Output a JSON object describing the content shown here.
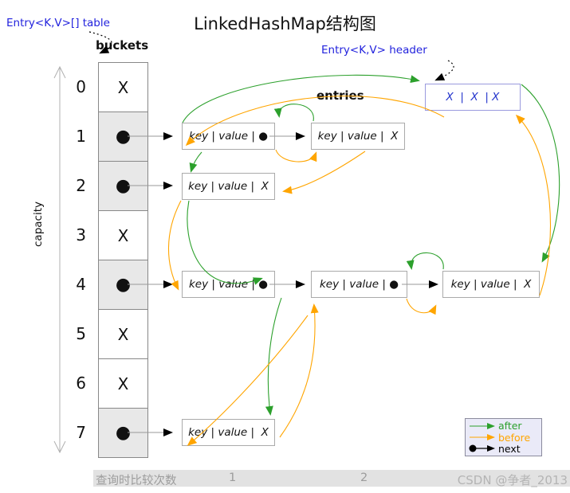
{
  "title": "LinkedHashMap结构图",
  "labels": {
    "table": "Entry<K,V>[] table",
    "buckets": "buckets",
    "header": "Entry<K,V> header",
    "entries": "entries",
    "capacity": "capacity"
  },
  "buckets": {
    "cells": [
      {
        "index": "0",
        "value": "X"
      },
      {
        "index": "1",
        "value": "●"
      },
      {
        "index": "2",
        "value": "●"
      },
      {
        "index": "3",
        "value": "X"
      },
      {
        "index": "4",
        "value": "●"
      },
      {
        "index": "5",
        "value": "X"
      },
      {
        "index": "6",
        "value": "X"
      },
      {
        "index": "7",
        "value": "●"
      }
    ]
  },
  "header_node": {
    "text": "X  |  X  | X"
  },
  "entries": {
    "row1_a": "key | value | ●",
    "row1_b": "key | value |  X",
    "row2_a": "key | value |  X",
    "row4_a": "key | value | ●",
    "row4_b": "key | value | ●",
    "row4_c": "key | value |  X",
    "row7_a": "key | value |  X"
  },
  "legend": {
    "items": [
      {
        "label": "after",
        "color": "#2ca02c"
      },
      {
        "label": "before",
        "color": "#ffa500"
      },
      {
        "label": "next",
        "color": "#000000"
      }
    ]
  },
  "footer": {
    "label": "查询时比较次数",
    "col1": "1",
    "col2": "2",
    "watermark": "CSDN @争者_2013"
  },
  "colors": {
    "after_green": "#2ca02c",
    "before_orange": "#ffa500",
    "next_black": "#000000",
    "label_blue": "#2222dd",
    "bucket_fill": "#e8e8e8"
  }
}
